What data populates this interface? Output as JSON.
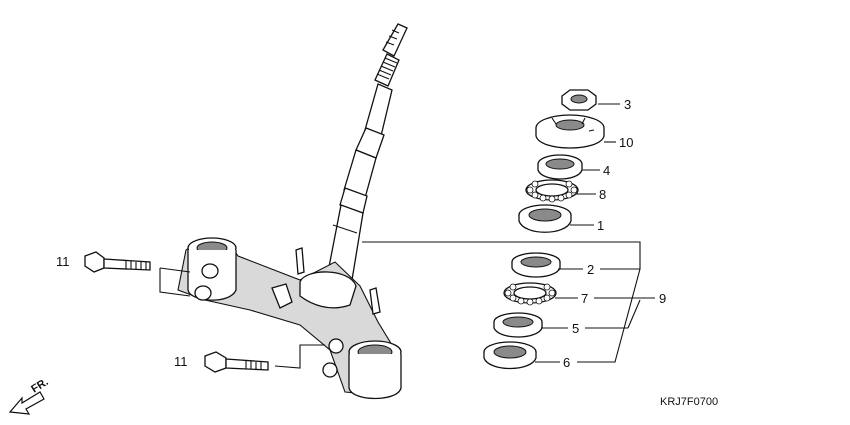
{
  "diagram": {
    "code": "KRJ7F0700",
    "direction_label": "FR.",
    "callouts": [
      {
        "id": "c3",
        "label": "3"
      },
      {
        "id": "c10",
        "label": "10"
      },
      {
        "id": "c4",
        "label": "4"
      },
      {
        "id": "c8",
        "label": "8"
      },
      {
        "id": "c1",
        "label": "1"
      },
      {
        "id": "c2",
        "label": "2"
      },
      {
        "id": "c7",
        "label": "7"
      },
      {
        "id": "c9",
        "label": "9"
      },
      {
        "id": "c5",
        "label": "5"
      },
      {
        "id": "c6",
        "label": "6"
      },
      {
        "id": "c11a",
        "label": "11"
      },
      {
        "id": "c11b",
        "label": "11"
      }
    ]
  }
}
